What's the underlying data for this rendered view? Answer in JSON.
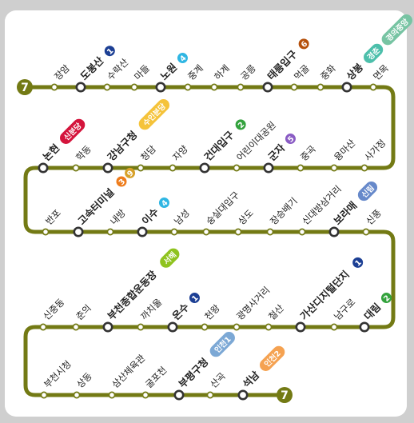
{
  "line": {
    "number": "7",
    "color": "#737a14",
    "terminal_start": "7",
    "terminal_end": "7"
  },
  "colors": {
    "line1": "#1c3f94",
    "line2": "#33a23d",
    "line3": "#ee7c1c",
    "line4": "#2fb6e3",
    "line5": "#8a5cc4",
    "line6": "#b5500b",
    "line9": "#d7a12a",
    "bundang": "#f5c33a",
    "shinbundang": "#d4143c",
    "gyeongchun": "#4dbfab",
    "gyeongui": "#77c4a3",
    "seohae": "#8fc31f",
    "incheon1": "#7ca8d5",
    "incheon2": "#f5a251",
    "sillim": "#6789ca"
  },
  "rows": [
    {
      "stations": [
        {
          "name": "장암"
        },
        {
          "name": "도봉산",
          "transfer": true,
          "badges": [
            {
              "type": "circle",
              "text": "1",
              "color": "#1c3f94"
            }
          ]
        },
        {
          "name": "수락산"
        },
        {
          "name": "마들"
        },
        {
          "name": "노원",
          "transfer": true,
          "badges": [
            {
              "type": "circle",
              "text": "4",
              "color": "#2fb6e3"
            }
          ]
        },
        {
          "name": "중계"
        },
        {
          "name": "하계"
        },
        {
          "name": "공릉"
        },
        {
          "name": "태릉입구",
          "transfer": true,
          "badges": [
            {
              "type": "circle",
              "text": "6",
              "color": "#b5500b"
            }
          ]
        },
        {
          "name": "먹골"
        },
        {
          "name": "중화"
        },
        {
          "name": "상봉",
          "transfer": true,
          "badges": [
            {
              "type": "pill",
              "text": "경춘",
              "color": "#4dbfab"
            },
            {
              "type": "pill",
              "text": "경의중앙",
              "color": "#77c4a3"
            }
          ]
        },
        {
          "name": "면목"
        }
      ]
    },
    {
      "stations": [
        {
          "name": "사가정"
        },
        {
          "name": "용마산"
        },
        {
          "name": "중곡"
        },
        {
          "name": "군자",
          "transfer": true,
          "badges": [
            {
              "type": "circle",
              "text": "5",
              "color": "#8a5cc4"
            }
          ]
        },
        {
          "name": "어린이대공원"
        },
        {
          "name": "건대입구",
          "transfer": true,
          "badges": [
            {
              "type": "circle",
              "text": "2",
              "color": "#33a23d"
            }
          ]
        },
        {
          "name": "자양"
        },
        {
          "name": "청담"
        },
        {
          "name": "강남구청",
          "transfer": true,
          "badges": [
            {
              "type": "pill",
              "text": "수인분당",
              "color": "#f5c33a"
            }
          ]
        },
        {
          "name": "학동"
        },
        {
          "name": "논현",
          "transfer": true,
          "badges": [
            {
              "type": "pill",
              "text": "신분당",
              "color": "#d4143c"
            }
          ]
        }
      ]
    },
    {
      "stations": [
        {
          "name": "반포"
        },
        {
          "name": "고속터미널",
          "transfer": true,
          "badges": [
            {
              "type": "circle",
              "text": "3",
              "color": "#ee7c1c"
            },
            {
              "type": "circle",
              "text": "9",
              "color": "#d7a12a"
            }
          ]
        },
        {
          "name": "내방"
        },
        {
          "name": "이수",
          "transfer": true,
          "badges": [
            {
              "type": "circle",
              "text": "4",
              "color": "#2fb6e3"
            }
          ]
        },
        {
          "name": "남성"
        },
        {
          "name": "숭실대입구"
        },
        {
          "name": "상도"
        },
        {
          "name": "장승배기"
        },
        {
          "name": "신대방삼거리"
        },
        {
          "name": "보라매",
          "transfer": true,
          "badges": [
            {
              "type": "pill",
              "text": "신림",
              "color": "#6789ca"
            }
          ]
        },
        {
          "name": "신풍"
        }
      ]
    },
    {
      "stations": [
        {
          "name": "대림",
          "transfer": true,
          "badges": [
            {
              "type": "circle",
              "text": "2",
              "color": "#33a23d"
            }
          ]
        },
        {
          "name": "남구로"
        },
        {
          "name": "가산디지털단지",
          "transfer": true,
          "badges": [
            {
              "type": "circle",
              "text": "1",
              "color": "#1c3f94"
            }
          ]
        },
        {
          "name": "철산"
        },
        {
          "name": "광명사거리"
        },
        {
          "name": "천왕"
        },
        {
          "name": "온수",
          "transfer": true,
          "badges": [
            {
              "type": "circle",
              "text": "1",
              "color": "#1c3f94"
            }
          ]
        },
        {
          "name": "까치울"
        },
        {
          "name": "부천종합운동장",
          "transfer": true,
          "badges": [
            {
              "type": "pill",
              "text": "서해",
              "color": "#8fc31f"
            }
          ]
        },
        {
          "name": "춘의"
        },
        {
          "name": "신중동"
        }
      ]
    },
    {
      "stations": [
        {
          "name": "부천시청"
        },
        {
          "name": "상동"
        },
        {
          "name": "삼산체육관"
        },
        {
          "name": "굴포천"
        },
        {
          "name": "부평구청",
          "transfer": true,
          "badges": [
            {
              "type": "pill",
              "text": "인천1",
              "color": "#7ca8d5"
            }
          ]
        },
        {
          "name": "산곡"
        },
        {
          "name": "석남",
          "transfer": true,
          "badges": [
            {
              "type": "pill",
              "text": "인천2",
              "color": "#f5a251"
            }
          ]
        }
      ]
    }
  ]
}
